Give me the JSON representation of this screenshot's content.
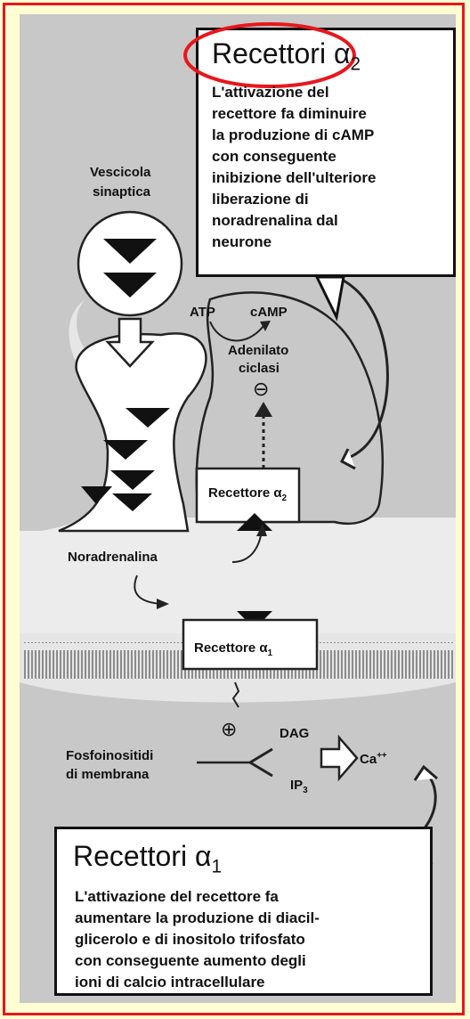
{
  "alpha2_box": {
    "title": "Recettori α",
    "title_sub": "2",
    "lines": [
      "L'attivazione del",
      "recettore fa diminuire",
      "la produzione di cAMP",
      "con conseguente",
      "inibizione dell'ulteriore",
      "liberazione di",
      "noradrenalina dal",
      "neurone"
    ]
  },
  "vesicle_label": [
    "Vescicola",
    "sinaptica"
  ],
  "atp": "ATP",
  "camp": "cAMP",
  "adenylate_label": [
    "Adenilato",
    "ciclasi"
  ],
  "inhibit_sign": "⊖",
  "receptor_a2": {
    "text": "Recettore α",
    "sub": "2"
  },
  "noradrenaline": "Noradrenalina",
  "receptor_a1": {
    "text": "Recettore α",
    "sub": "1"
  },
  "plus_sign": "⊕",
  "phospho_label": [
    "Fosfoinositidi",
    "di membrana"
  ],
  "dag": "DAG",
  "ip3": {
    "text": "IP",
    "sub": "3"
  },
  "calcium": {
    "text": "Ca",
    "sup": "++"
  },
  "alpha1_box": {
    "title": "Recettori α",
    "title_sub": "1",
    "lines": [
      "L'attivazione del recettore fa",
      "aumentare la produzione di diacil-",
      "glicerolo e di inositolo trifosfato",
      "con conseguente aumento degli",
      "ioni di calcio intracellulare"
    ]
  },
  "colors": {
    "background": "#fffed2",
    "frame": "#e8171b",
    "highlight_ellipse": "#e8171b",
    "cell": "#c8c8c8",
    "extracellular": "#e6e6e6"
  }
}
